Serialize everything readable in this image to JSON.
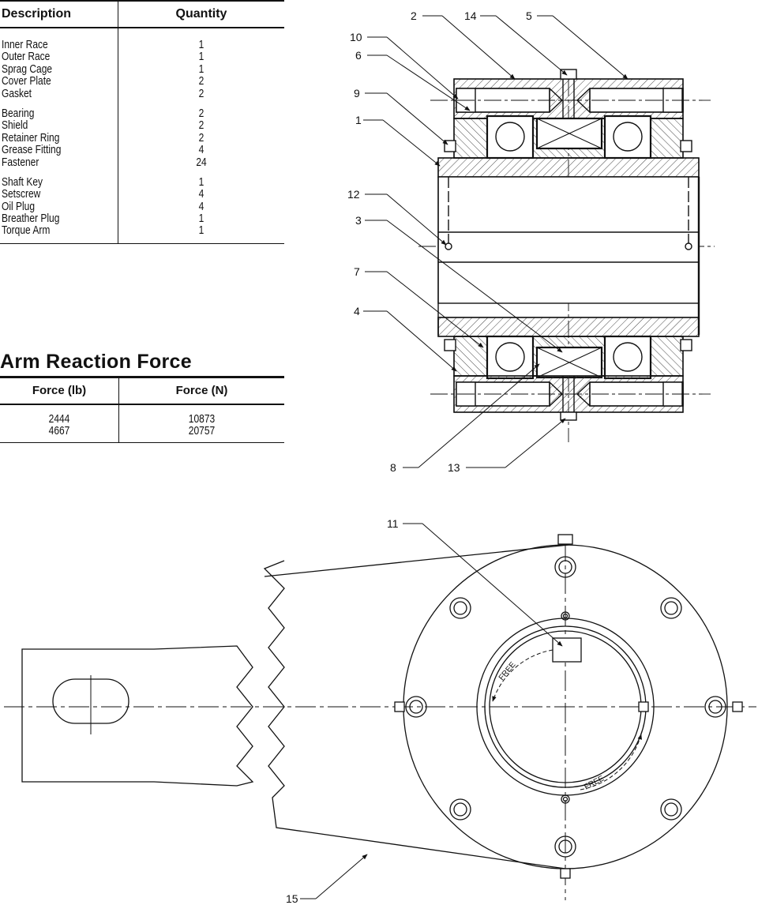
{
  "parts_table": {
    "headers": {
      "description": "Description",
      "quantity": "Quantity"
    },
    "groups": [
      [
        {
          "description": "Inner Race",
          "quantity": "1"
        },
        {
          "description": "Outer Race",
          "quantity": "1"
        },
        {
          "description": "Sprag Cage",
          "quantity": "1"
        },
        {
          "description": "Cover Plate",
          "quantity": "2"
        },
        {
          "description": "Gasket",
          "quantity": "2"
        }
      ],
      [
        {
          "description": "Bearing",
          "quantity": "2"
        },
        {
          "description": "Shield",
          "quantity": "2"
        },
        {
          "description": "Retainer Ring",
          "quantity": "2"
        },
        {
          "description": "Grease Fitting",
          "quantity": "4"
        },
        {
          "description": "Fastener",
          "quantity": "24"
        }
      ],
      [
        {
          "description": "Shaft Key",
          "quantity": "1"
        },
        {
          "description": "Setscrew",
          "quantity": "4"
        },
        {
          "description": "Oil Plug",
          "quantity": "4"
        },
        {
          "description": "Breather Plug",
          "quantity": "1"
        },
        {
          "description": "Torque Arm",
          "quantity": "1"
        }
      ]
    ]
  },
  "force_table": {
    "title": "Arm Reaction Force",
    "headers": {
      "lb": "Force (lb)",
      "n": "Force (N)"
    },
    "rows": [
      {
        "lb": "2444",
        "n": "10873"
      },
      {
        "lb": "4667",
        "n": "20757"
      }
    ]
  },
  "callouts": {
    "c1": "1",
    "c2": "2",
    "c3": "3",
    "c4": "4",
    "c5": "5",
    "c6": "6",
    "c7": "7",
    "c8": "8",
    "c9": "9",
    "c10": "10",
    "c11": "11",
    "c12": "12",
    "c13": "13",
    "c14": "14",
    "c15": "15"
  },
  "direction_labels": {
    "upper": "FREE",
    "lower": "FREE"
  }
}
